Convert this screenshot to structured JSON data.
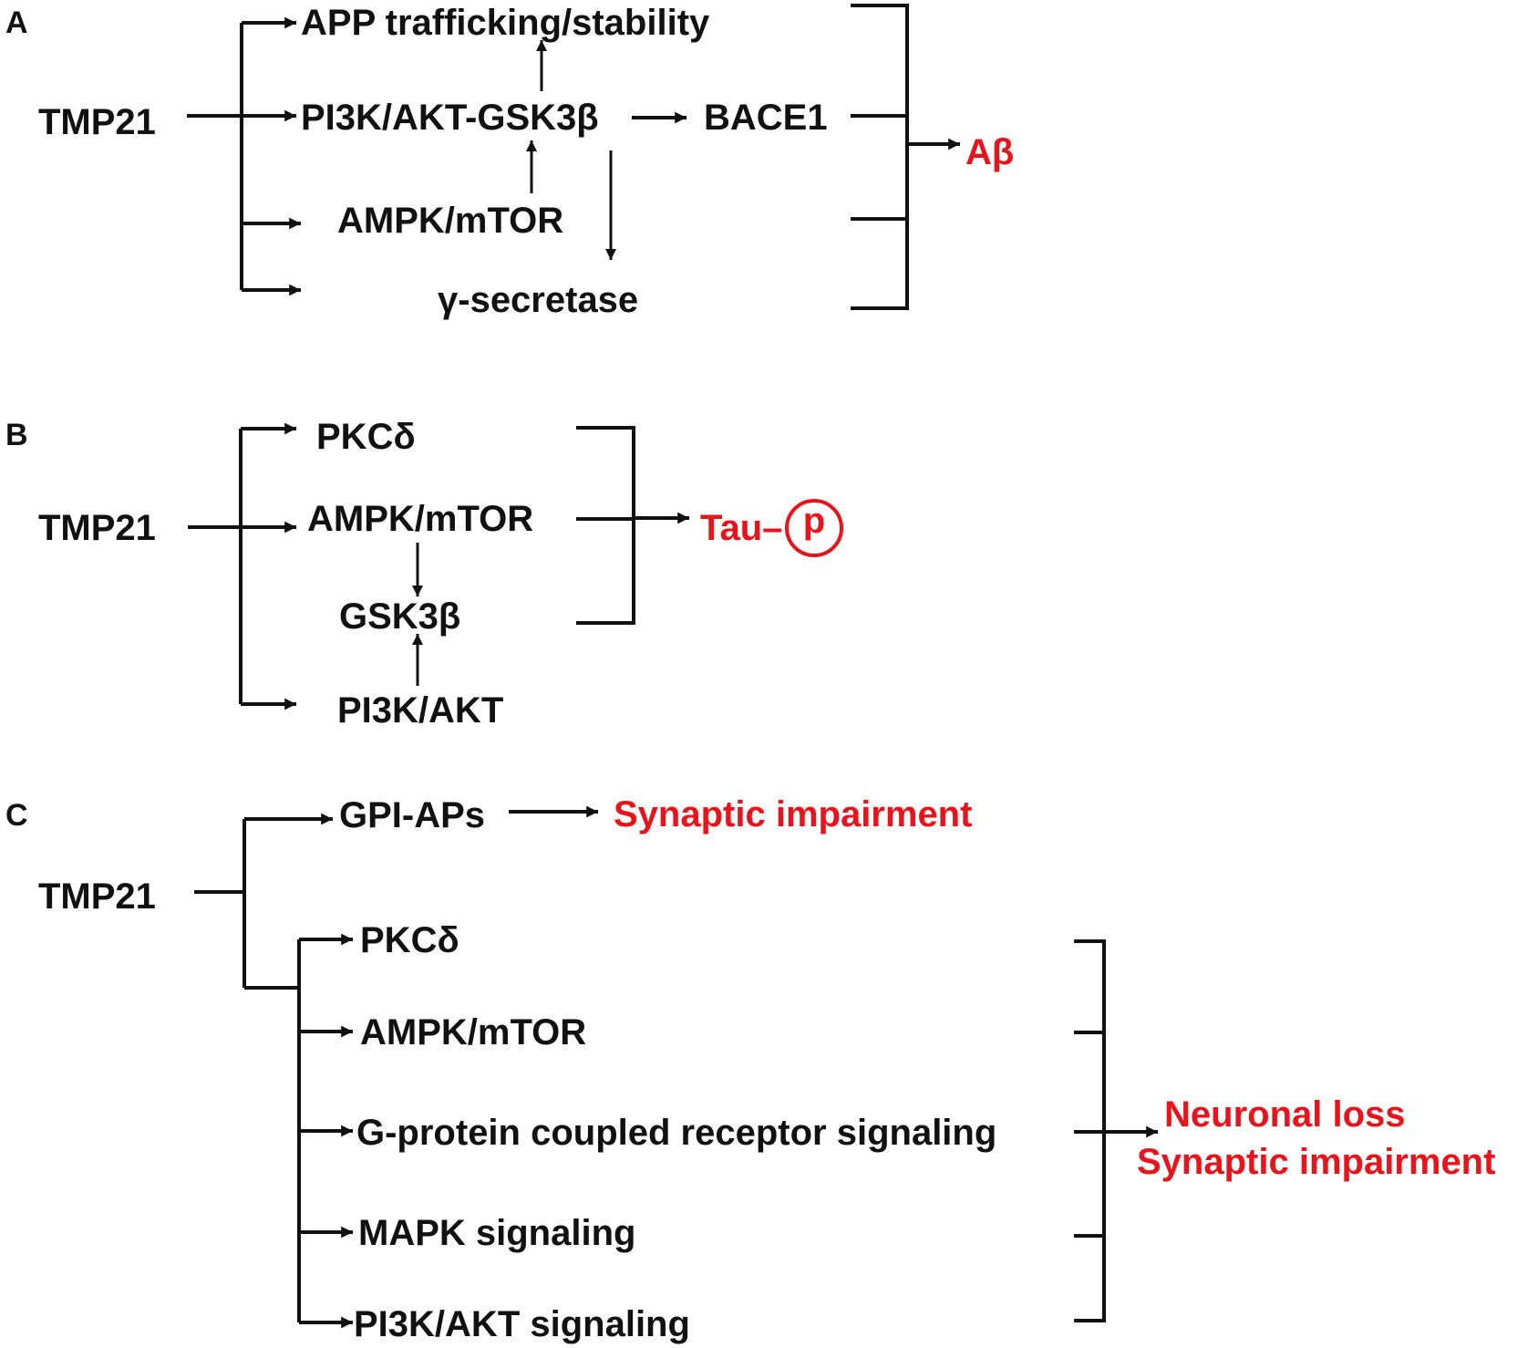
{
  "colors": {
    "text": "#111111",
    "outcome": "#e8141c",
    "line": "#111111"
  },
  "panel_a": {
    "letter": "A",
    "source": "TMP21",
    "app": "APP trafficking/stability",
    "pi3k_gsk": "PI3K/AKT-GSK3β",
    "bace": "BACE1",
    "ampk": "AMPK/mTOR",
    "gamma": "γ-secretase",
    "outcome": "Aβ"
  },
  "panel_b": {
    "letter": "B",
    "source": "TMP21",
    "pkc": "PKCδ",
    "ampk": "AMPK/mTOR",
    "gsk": "GSK3β",
    "pi3k": "PI3K/AKT",
    "outcome": "Tau–",
    "phospho": "p"
  },
  "panel_c": {
    "letter": "C",
    "source": "TMP21",
    "gpi": "GPI-APs",
    "synaptic": "Synaptic impairment",
    "pkc": "PKCδ",
    "ampk": "AMPK/mTOR",
    "gpcr": "G-protein coupled receptor signaling",
    "mapk": "MAPK signaling",
    "pi3k": "PI3K/AKT signaling",
    "outcome_line1": "Neuronal loss",
    "outcome_line2": "Synaptic impairment"
  }
}
